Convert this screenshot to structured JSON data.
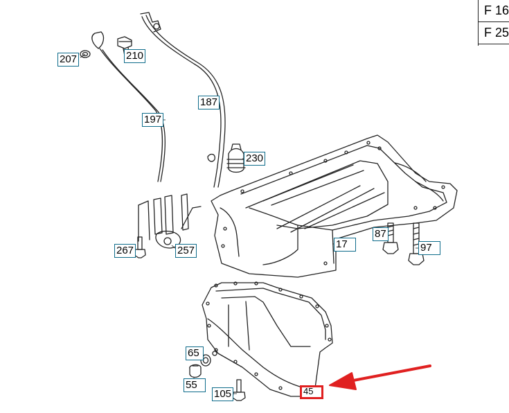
{
  "figure_refs": [
    "F 16",
    "F 25"
  ],
  "callouts": {
    "c207": "207",
    "c210": "210",
    "c197": "197",
    "c187": "187",
    "c230": "230",
    "c17": "17",
    "c87": "87",
    "c97": "97",
    "c267": "267",
    "c257": "257",
    "c65": "65",
    "c55": "55",
    "c105": "105",
    "c45": "45"
  },
  "colors": {
    "callout_border": "#0d6b8a",
    "highlight": "#e02020",
    "line": "#222222"
  },
  "icons": [
    "arrow-icon"
  ]
}
